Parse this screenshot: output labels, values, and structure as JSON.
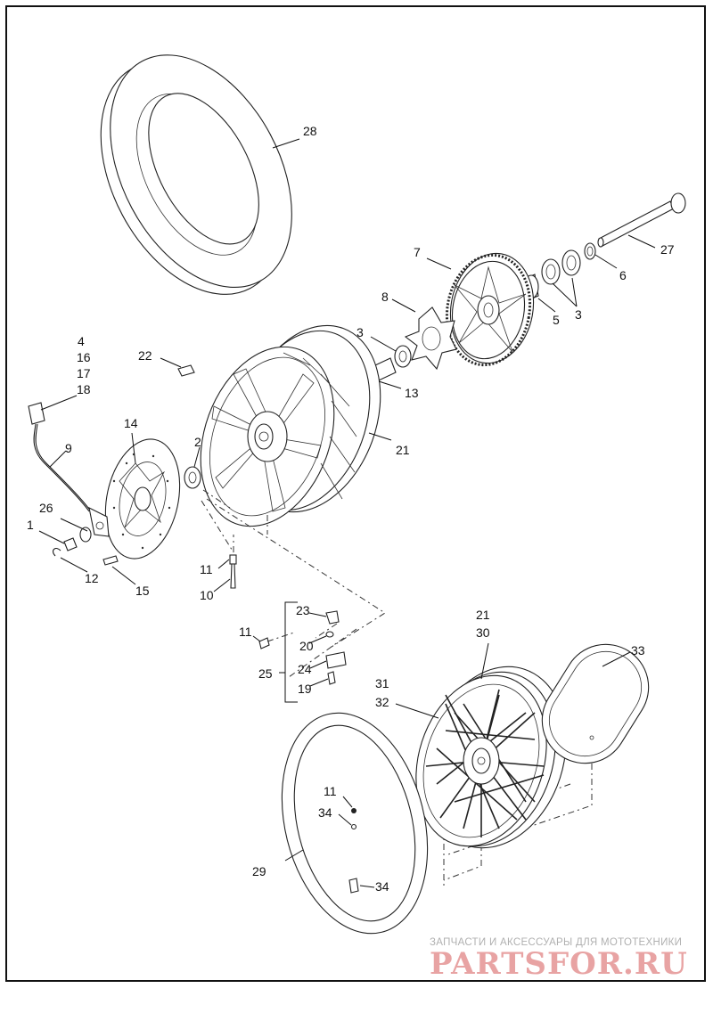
{
  "callouts": {
    "c28": "28",
    "c27": "27",
    "c7": "7",
    "c6": "6",
    "c5": "5",
    "c3a": "3",
    "c8": "8",
    "c3b": "3",
    "c13": "13",
    "c22": "22",
    "c21a": "21",
    "c4": "4",
    "c16": "16",
    "c17": "17",
    "c18": "18",
    "c9": "9",
    "c14": "14",
    "c2": "2",
    "c26": "26",
    "c1": "1",
    "c12": "12",
    "c15": "15",
    "c11a": "11",
    "c10": "10",
    "c23": "23",
    "c11b": "11",
    "c20": "20",
    "c25": "25",
    "c24": "24",
    "c19": "19",
    "c21b": "21",
    "c30": "30",
    "c33": "33",
    "c31": "31",
    "c32": "32",
    "c11c": "11",
    "c34a": "34",
    "c29": "29",
    "c34b": "34"
  },
  "watermark": {
    "tagline": "ЗАПЧАСТИ И АКСЕССУАРЫ ДЛЯ МОТОТЕХНИКИ",
    "logo": "PARTSFOR.RU",
    "color": "#e8a3a3"
  }
}
